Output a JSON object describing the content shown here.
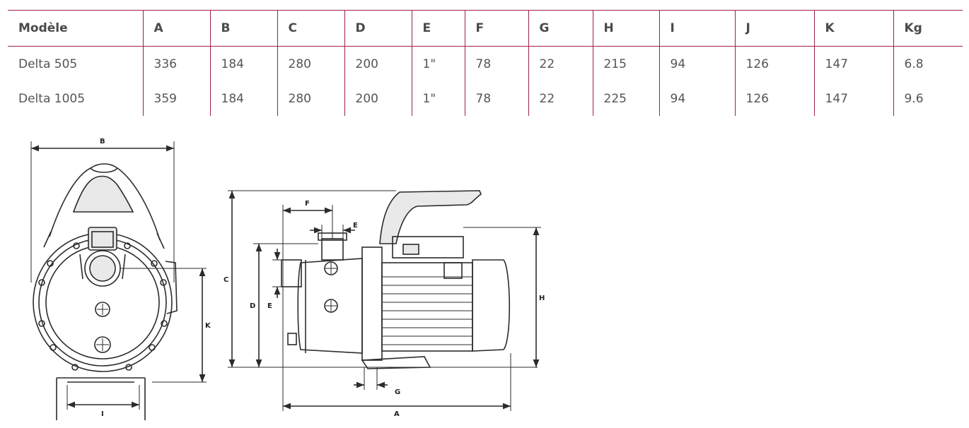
{
  "table": {
    "headers": [
      "Modèle",
      "A",
      "B",
      "C",
      "D",
      "E",
      "F",
      "G",
      "H",
      "I",
      "J",
      "K",
      "Kg"
    ],
    "rows": [
      [
        "Delta 505",
        "336",
        "184",
        "280",
        "200",
        "1\"",
        "78",
        "22",
        "215",
        "94",
        "126",
        "147",
        "6.8"
      ],
      [
        "Delta 1005",
        "359",
        "184",
        "280",
        "200",
        "1\"",
        "78",
        "22",
        "225",
        "94",
        "126",
        "147",
        "9.6"
      ]
    ]
  },
  "drawing": {
    "front_labels": {
      "b": "B",
      "k": "K",
      "i": "I"
    },
    "side_labels": {
      "f": "F",
      "e_top": "E",
      "c": "C",
      "d": "D",
      "e_side": "E",
      "h": "H",
      "g": "G",
      "a": "A"
    }
  }
}
